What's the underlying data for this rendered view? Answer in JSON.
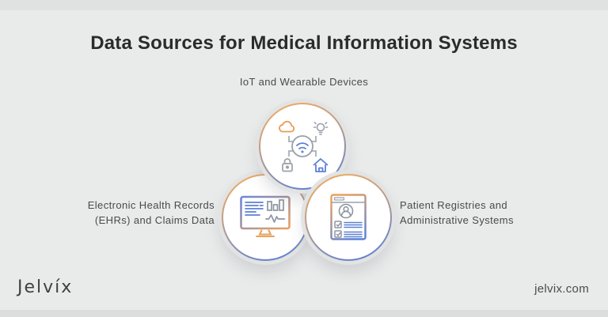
{
  "title": "Data Sources for Medical Information Systems",
  "diagram": {
    "top_node": {
      "label": "IoT and Wearable Devices",
      "icon": "iot-network-icon"
    },
    "left_node": {
      "label_lines": [
        "Electronic Health Records",
        "(EHRs) and Claims Data"
      ],
      "icon": "ehr-monitor-icon"
    },
    "right_node": {
      "label_lines": [
        "Patient Registries and",
        "Administrative Systems"
      ],
      "icon": "patient-registry-icon"
    }
  },
  "footer": {
    "logo_text": "Jelvíx",
    "website": "jelvix.com"
  },
  "colors": {
    "background": "#e9eaea",
    "title_text": "#2b2b2b",
    "label_text": "#4a4a4a",
    "accent_orange": "#e9a15d",
    "accent_blue": "#5d80d5",
    "icon_gray": "#8d95a2",
    "circle_fill": "#ffffff"
  }
}
